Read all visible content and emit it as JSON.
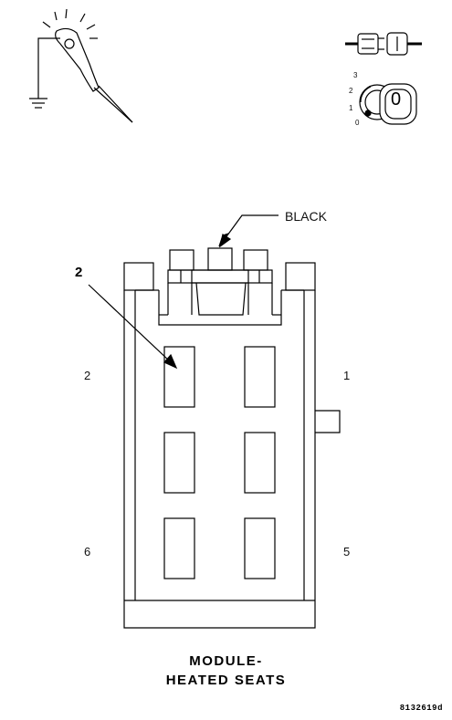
{
  "icons": {
    "probe": "test-light-probe-icon",
    "connector": "connector-icon",
    "ignition": "ignition-key-icon"
  },
  "ignition": {
    "positions": [
      "3",
      "2",
      "1",
      "0"
    ],
    "key_label": "0"
  },
  "connector": {
    "color_label": "BLACK",
    "callout_number": "2",
    "pins": {
      "top_left": "2",
      "top_right": "1",
      "bottom_left": "6",
      "bottom_right": "5"
    }
  },
  "title": {
    "line1": "MODULE-",
    "line2": "HEATED SEATS"
  },
  "figure_id": "8132619d"
}
